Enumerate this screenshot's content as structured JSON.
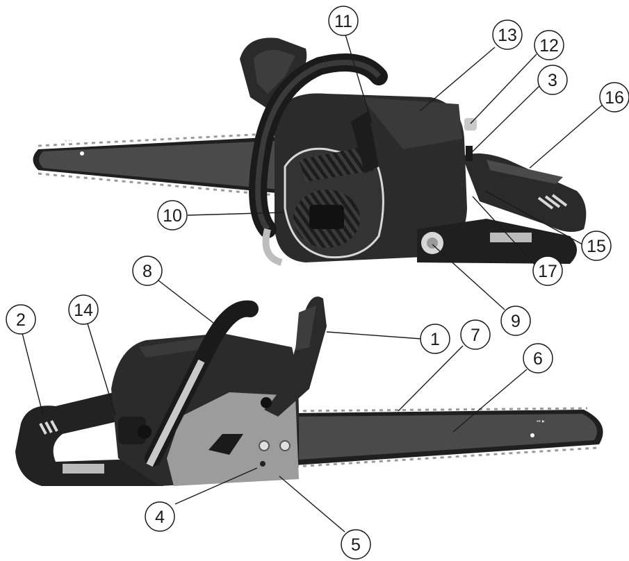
{
  "figure": {
    "top_view_name": "chainsaw-top-view",
    "bottom_view_name": "chainsaw-side-view"
  },
  "callouts": [
    {
      "id": "c11",
      "label": "11"
    },
    {
      "id": "c13",
      "label": "13"
    },
    {
      "id": "c12",
      "label": "12"
    },
    {
      "id": "c3",
      "label": "3"
    },
    {
      "id": "c16",
      "label": "16"
    },
    {
      "id": "c10",
      "label": "10"
    },
    {
      "id": "c15",
      "label": "15"
    },
    {
      "id": "c17",
      "label": "17"
    },
    {
      "id": "c9",
      "label": "9"
    },
    {
      "id": "c8",
      "label": "8"
    },
    {
      "id": "c2",
      "label": "2"
    },
    {
      "id": "c14",
      "label": "14"
    },
    {
      "id": "c1",
      "label": "1"
    },
    {
      "id": "c7",
      "label": "7"
    },
    {
      "id": "c6",
      "label": "6"
    },
    {
      "id": "c4",
      "label": "4"
    },
    {
      "id": "c5",
      "label": "5"
    }
  ],
  "colors": {
    "body_dark": "#2b2b2b",
    "body_mid": "#3d3d3d",
    "bar": "#4a4a4a",
    "chain": "#1f1f1f",
    "chain_tooth": "#9a9a9a",
    "cover_grey": "#9c9c9c",
    "accent_light": "#d8d8d8"
  }
}
